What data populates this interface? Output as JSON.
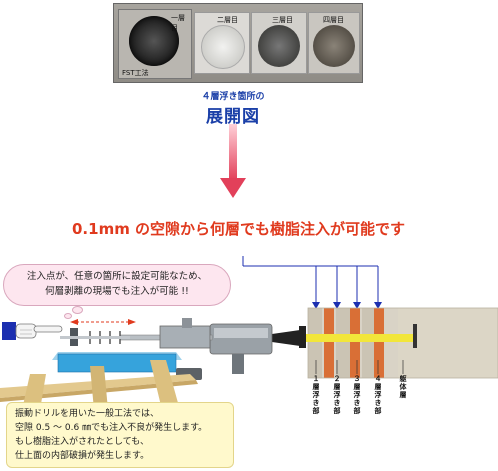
{
  "samples": {
    "labels": [
      "一層目",
      "二層目",
      "三層目",
      "四層目"
    ],
    "method_label": "FST工法"
  },
  "caption": {
    "small": "４層浮き箇所の",
    "big": "展開図"
  },
  "headline": "0.1mm の空隙から何層でも樹脂注入が可能です",
  "bubble": {
    "line1": "注入点が、任意の箇所に設定可能なため、",
    "line2": "何層剥離の現場でも注入が可能 !!"
  },
  "layer_labels": [
    "１層浮き部",
    "２層浮き部",
    "３層浮き部",
    "４層浮き部"
  ],
  "body_label": "躯体層",
  "note": {
    "lines": [
      "振動ドリルを用いた一般工法では、",
      "空隙 0.5 ～ 0.6 ㎜でも注入不良が発生します。",
      "もし樹脂注入がされたとしても、",
      "仕上面の内部破損が発生します。"
    ]
  },
  "colors": {
    "headline": "#e03a1e",
    "caption": "#1a3fa8",
    "arrow": "#e2405a",
    "injection": "#f2e63a",
    "line_blue": "#1c2fb0"
  }
}
